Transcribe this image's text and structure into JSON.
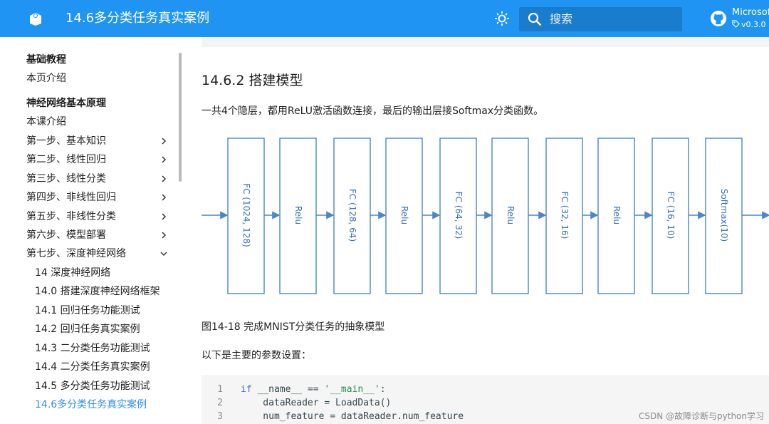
{
  "header": {
    "title": "14.6多分类任务真实案例",
    "search_placeholder": "搜索",
    "repo_name": "Microsof",
    "repo_version": "v0.3.0"
  },
  "sidebar": {
    "sections": [
      {
        "label": "基础教程",
        "type": "heading"
      },
      {
        "label": "本页介绍",
        "type": "item"
      },
      {
        "label": "神经网络基本原理",
        "type": "heading"
      },
      {
        "label": "本课介绍",
        "type": "item"
      },
      {
        "label": "第一步、基本知识",
        "type": "item",
        "chevron": "right"
      },
      {
        "label": "第二步、线性回归",
        "type": "item",
        "chevron": "right"
      },
      {
        "label": "第三步、线性分类",
        "type": "item",
        "chevron": "right"
      },
      {
        "label": "第四步、非线性回归",
        "type": "item",
        "chevron": "right"
      },
      {
        "label": "第五步、非线性分类",
        "type": "item",
        "chevron": "right"
      },
      {
        "label": "第六步、模型部署",
        "type": "item",
        "chevron": "right"
      },
      {
        "label": "第七步、深度神经网络",
        "type": "item",
        "chevron": "down"
      },
      {
        "label": "14 深度神经网络",
        "type": "sub"
      },
      {
        "label": "14.0 搭建深度神经网络框架",
        "type": "sub"
      },
      {
        "label": "14.1 回归任务功能测试",
        "type": "sub"
      },
      {
        "label": "14.2 回归任务真实案例",
        "type": "sub"
      },
      {
        "label": "14.3 二分类任务功能测试",
        "type": "sub"
      },
      {
        "label": "14.4 二分类任务真实案例",
        "type": "sub"
      },
      {
        "label": "14.5 多分类任务功能测试",
        "type": "sub"
      },
      {
        "label": "14.6多分类任务真实案例",
        "type": "sub",
        "active": true
      }
    ]
  },
  "content": {
    "heading": "14.6.2 搭建模型",
    "intro": "一共4个隐层，都用ReLU激活函数连接，最后的输出层接Softmax分类函数。",
    "diagram_blocks": [
      "FC (1024, 128)",
      "Relu",
      "FC (128, 64)",
      "Relu",
      "FC (64, 32)",
      "Relu",
      "FC (32, 16)",
      "Relu",
      "FC (16, 10)",
      "Softmax(10)"
    ],
    "caption": "图14-18 完成MNIST分类任务的抽象模型",
    "params_intro": "以下是主要的参数设置："
  },
  "code": {
    "lines": [
      {
        "n": "1",
        "parts": [
          {
            "t": "if ",
            "c": "kw"
          },
          {
            "t": "__name__ == ",
            "c": ""
          },
          {
            "t": "'__main__'",
            "c": "str"
          },
          {
            "t": ":",
            "c": ""
          }
        ]
      },
      {
        "n": "2",
        "parts": [
          {
            "t": "    dataReader = LoadData()",
            "c": ""
          }
        ]
      },
      {
        "n": "3",
        "parts": [
          {
            "t": "    num_feature = dataReader.num_feature",
            "c": ""
          }
        ]
      }
    ]
  },
  "watermark": "CSDN @故障诊断与python学习",
  "colors": {
    "topbar": "#2094f3",
    "accent": "#2d8ef0",
    "diagram_stroke": "#4a86c8",
    "search_bg": "#1a7ccc"
  }
}
